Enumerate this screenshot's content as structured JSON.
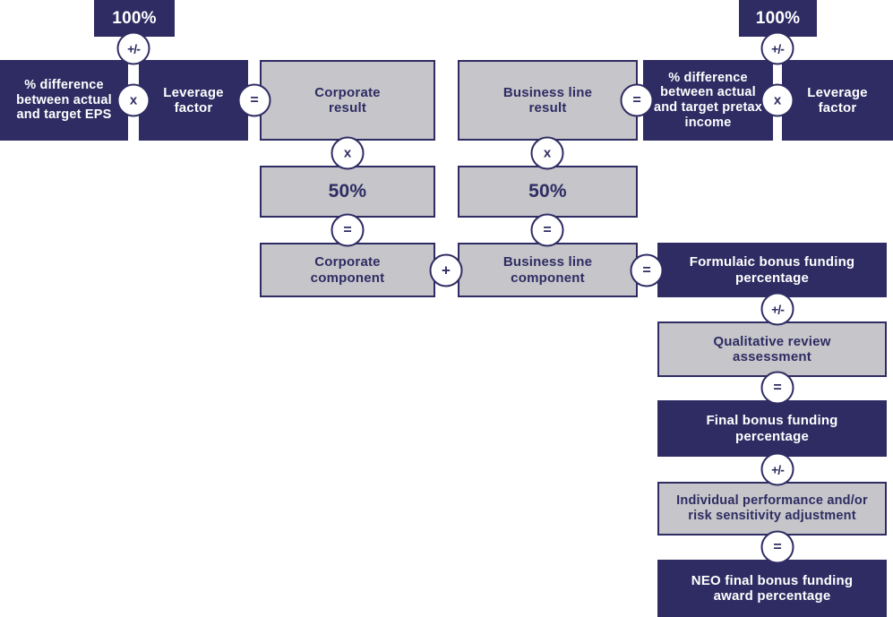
{
  "colors": {
    "navy": "#2e2c63",
    "gray": "#c6c5c9",
    "text_on_navy": "#ffffff",
    "text_on_gray": "#2e2c63",
    "background": "#ffffff"
  },
  "boxes": {
    "hundred_left": "100%",
    "eps_diff": "% difference between actual and target EPS",
    "leverage_left": "Leverage factor",
    "corporate_result": "Corporate result",
    "business_line_result": "Business line result",
    "pretax_diff": "% difference between actual and target pretax income",
    "leverage_right": "Leverage factor",
    "hundred_right": "100%",
    "fifty_left": "50%",
    "fifty_right": "50%",
    "corporate_component": "Corporate component",
    "business_line_component": "Business line component",
    "formulaic_bonus": "Formulaic bonus funding percentage",
    "qualitative_review": "Qualitative review assessment",
    "final_bonus": "Final bonus funding percentage",
    "individual_adjustment": "Individual performance and/or risk sensitivity adjustment",
    "neo_final": "NEO final bonus funding award percentage"
  },
  "operators": {
    "plus_minus": "+/-",
    "multiply": "x",
    "equals": "=",
    "plus": "+"
  }
}
